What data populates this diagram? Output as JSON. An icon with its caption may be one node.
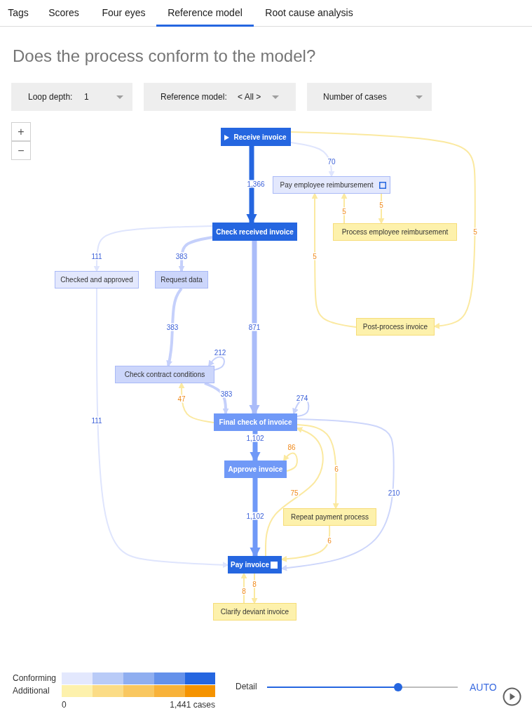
{
  "diagram": {
    "title": "Does the process conform to the model?",
    "nodes": [
      {
        "text": [
          "Receive invoice"
        ]
      },
      {
        "text": [
          "Pay employee reimbursement"
        ]
      },
      {
        "text": [
          "Check received invoice"
        ]
      },
      {
        "text": [
          "Process employee reimbursement"
        ]
      },
      {
        "text": [
          "Checked and approved"
        ]
      },
      {
        "text": [
          "Request data"
        ]
      },
      {
        "text": [
          "Post-process invoice"
        ]
      },
      {
        "text": [
          "Check contract conditions"
        ]
      },
      {
        "text": [
          "Final check of invoice"
        ]
      },
      {
        "text": [
          "Approve invoice"
        ]
      },
      {
        "text": [
          "Repeat payment process"
        ]
      },
      {
        "text": [
          "Pay invoice"
        ]
      },
      {
        "text": [
          "Clarify deviant invoice"
        ]
      }
    ],
    "edges": [
      {
        "from": 0,
        "to": 2,
        "arrow": "to",
        "label": "1,366",
        "style": "thick",
        "color": "#2566e0"
      },
      {
        "from": 0,
        "to": 1,
        "arrow": "to",
        "label": "70",
        "color": "#dfe5fd"
      },
      {
        "from": 0,
        "to": 6,
        "arrow": "to",
        "label": "5",
        "color": "#fbe9a0"
      },
      {
        "from": 1,
        "to": 3,
        "arrow": "to",
        "label": "5",
        "color": "#fbe9a0"
      },
      {
        "from": 3,
        "to": 1,
        "arrow": "to",
        "label": "5",
        "color": "#fbe9a0"
      },
      {
        "from": 6,
        "to": 1,
        "arrow": "to",
        "label": "5",
        "color": "#fbe9a0"
      },
      {
        "from": 2,
        "to": 4,
        "arrow": "to",
        "label": "111",
        "color": "#dfe5fd"
      },
      {
        "from": 2,
        "to": 5,
        "arrow": "to",
        "label": "383",
        "style": "thick",
        "color": "#c5d0fb"
      },
      {
        "from": 2,
        "to": 8,
        "arrow": "to",
        "label": "871",
        "style": "thick",
        "color": "#aabcf9"
      },
      {
        "from": 5,
        "to": 7,
        "arrow": "to",
        "label": "383",
        "style": "thick",
        "color": "#c5d0fb"
      },
      {
        "from": 7,
        "to": 7,
        "arrow": "to",
        "label": "212",
        "color": "#c5d0fb"
      },
      {
        "from": 7,
        "to": 8,
        "arrow": "to",
        "label": "383",
        "style": "thick",
        "color": "#c5d0fb"
      },
      {
        "from": 8,
        "to": 7,
        "arrow": "to",
        "label": "47",
        "color": "#fbe9a0"
      },
      {
        "from": 8,
        "to": 8,
        "arrow": "to",
        "label": "274",
        "color": "#c5d0fb"
      },
      {
        "from": 8,
        "to": 9,
        "arrow": "to",
        "label": "1,102",
        "style": "thick",
        "color": "#7099f7"
      },
      {
        "from": 9,
        "to": 9,
        "arrow": "to",
        "label": "86",
        "color": "#fbe9a0"
      },
      {
        "from": 9,
        "to": 11,
        "arrow": "to",
        "label": "1,102",
        "style": "thick",
        "color": "#7099f7"
      },
      {
        "from": 11,
        "to": 8,
        "arrow": "to",
        "label": "75",
        "color": "#fbe9a0"
      },
      {
        "from": 8,
        "to": 10,
        "arrow": "to",
        "label": "6",
        "color": "#fbe9a0"
      },
      {
        "from": 10,
        "to": 11,
        "arrow": "to",
        "label": "6",
        "color": "#fbe9a0"
      },
      {
        "from": 8,
        "to": 11,
        "arrow": "to",
        "label": "210",
        "color": "#cdd6fb"
      },
      {
        "from": 4,
        "to": 11,
        "arrow": "to",
        "label": "111",
        "color": "#dfe5fd"
      },
      {
        "from": 12,
        "to": 11,
        "arrow": "to",
        "label": "8",
        "color": "#fbe9a0"
      },
      {
        "from": 11,
        "to": 12,
        "arrow": "to",
        "label": "8",
        "color": "#fbe9a0"
      }
    ],
    "labels": [
      "Tags",
      "Scores",
      "Four eyes",
      "Reference model",
      "Root cause analysis",
      "Loop depth:",
      "1",
      "Reference model:",
      "< All >",
      "Number of cases",
      "+",
      "−",
      "0",
      "1,441 cases",
      "Detail",
      "AUTO"
    ],
    "legend": [
      {
        "text": "Conforming",
        "color": "#2566e0"
      },
      {
        "text": "Additional",
        "color": "#f59300"
      }
    ]
  }
}
